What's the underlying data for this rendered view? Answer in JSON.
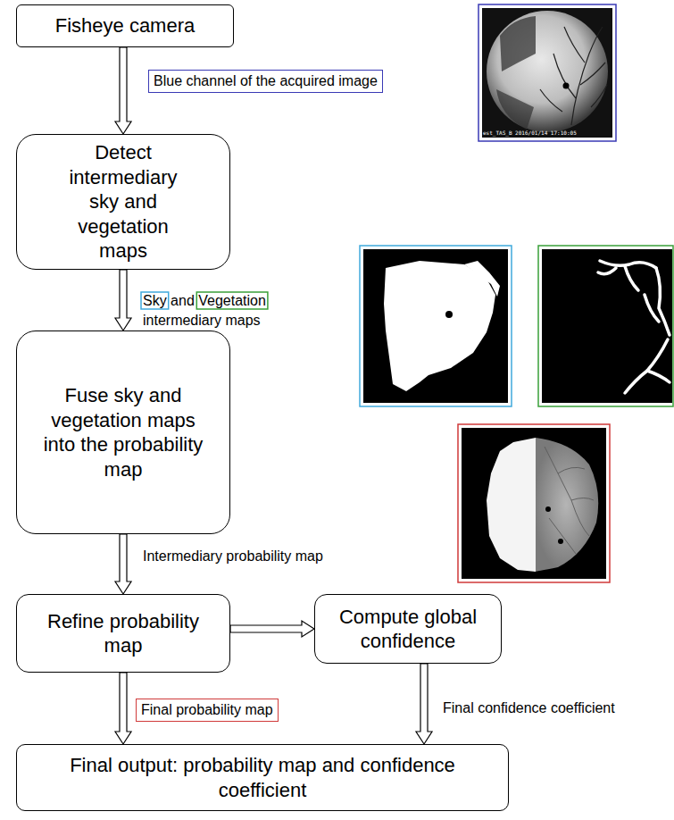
{
  "diagram": {
    "nodes": [
      {
        "text": [
          "Fisheye camera"
        ]
      },
      {
        "text": [
          "Detect intermediary sky and vegetation maps"
        ]
      },
      {
        "text": [
          "Fuse sky and vegetation maps into the probability map"
        ]
      },
      {
        "text": [
          "Refine probability map"
        ]
      },
      {
        "text": [
          "Compute global confidence"
        ]
      },
      {
        "text": [
          "Final output: probability map and confidence coefficient"
        ]
      }
    ],
    "edges": [
      {
        "from": 0,
        "to": 1,
        "arrow": "to",
        "label": "Blue channel of the acquired image"
      },
      {
        "from": 1,
        "to": 2,
        "arrow": "to",
        "label": "Sky and Vegetation intermediary maps"
      },
      {
        "from": 2,
        "to": 3,
        "arrow": "to",
        "label": "Intermediary probability map"
      },
      {
        "from": 3,
        "to": 4,
        "arrow": "to"
      },
      {
        "from": 3,
        "to": 5,
        "arrow": "to",
        "label": "Final probability map"
      },
      {
        "from": 4,
        "to": 5,
        "arrow": "to",
        "label": "Final confidence coefficient"
      }
    ],
    "labels": [
      "est_TAS_B 2016/01/14 17:10:05"
    ]
  }
}
